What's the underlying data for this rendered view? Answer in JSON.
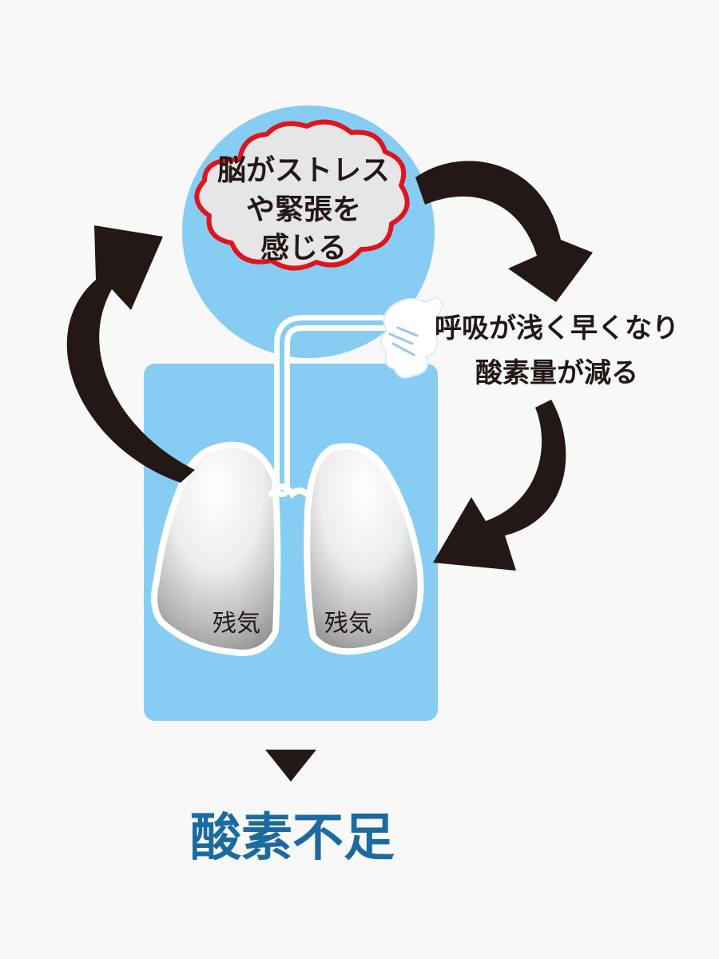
{
  "brain_cloud": {
    "lines": [
      "脳がストレス",
      "や緊張を",
      "感じる"
    ]
  },
  "breathing": {
    "lines": [
      "呼吸が浅く早くなり",
      "酸素量が減る"
    ]
  },
  "lungs": {
    "left_label": "残気",
    "right_label": "残気"
  },
  "result": {
    "title": "酸素不足"
  },
  "colors": {
    "light_blue": "#87ccf2",
    "cloud_fill": "#e6e6e6",
    "cloud_border": "#e0141e",
    "arrow": "#231815",
    "title_blue": "#1c6aa0",
    "background": "#f8f8f8"
  }
}
